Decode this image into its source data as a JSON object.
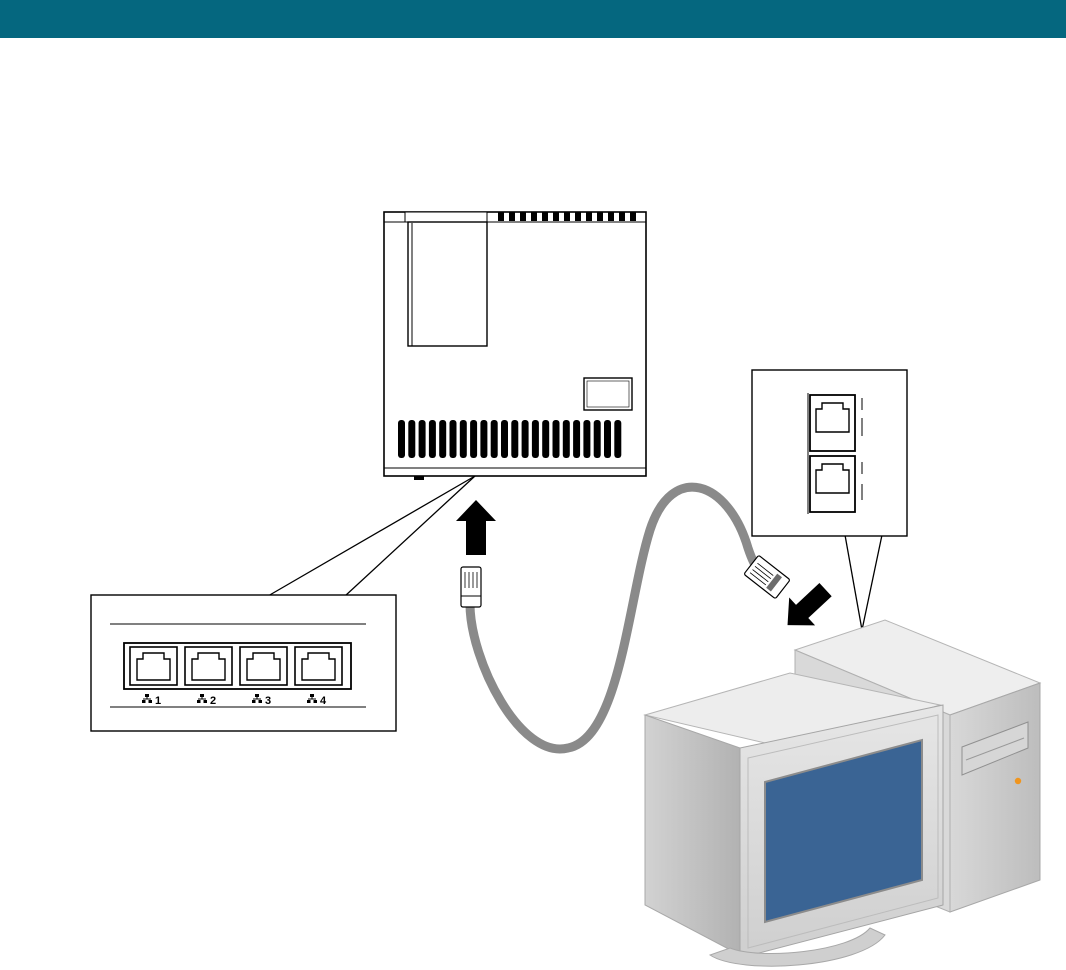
{
  "colors": {
    "header_bar": "#05677f",
    "cable": "#8a8a8a",
    "pc_body": "#e3e3e3",
    "pc_screen": "#3a6494",
    "power_led": "#f0951e"
  },
  "switch_ports": {
    "labels": [
      "1",
      "2",
      "3",
      "4"
    ],
    "icon": "network-icon"
  },
  "pc_ports": {
    "count": 2
  }
}
